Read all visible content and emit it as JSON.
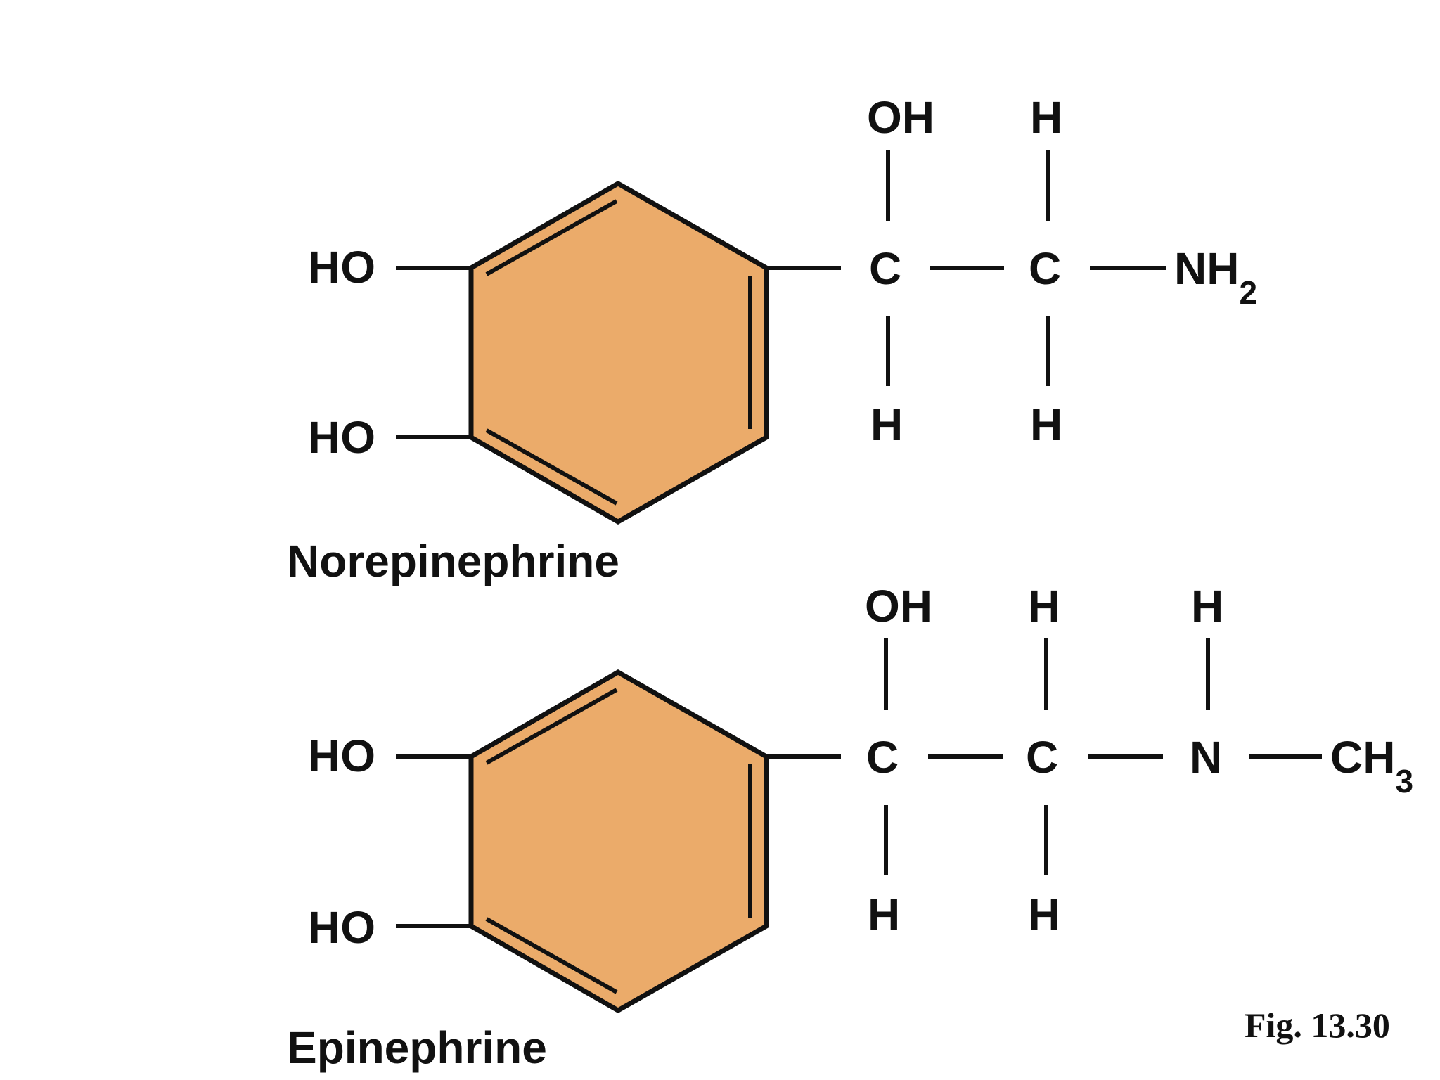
{
  "colors": {
    "ring_fill": "#EBAB6A",
    "line": "#111111",
    "background": "#FFFFFF"
  },
  "figure_label": "Fig. 13.30",
  "molecules": [
    {
      "name": "Norepinephrine",
      "ring_substituent_upper": "HO",
      "ring_substituent_lower": "HO",
      "carbon_1": {
        "symbol": "C",
        "top": "OH",
        "bottom": "H"
      },
      "carbon_2": {
        "symbol": "C",
        "top": "H",
        "bottom": "H"
      },
      "amine": {
        "main": "NH",
        "subscript": "2"
      }
    },
    {
      "name": "Epinephrine",
      "ring_substituent_upper": "HO",
      "ring_substituent_lower": "HO",
      "carbon_1": {
        "symbol": "C",
        "top": "OH",
        "bottom": "H"
      },
      "carbon_2": {
        "symbol": "C",
        "top": "H",
        "bottom": "H"
      },
      "nitrogen": {
        "symbol": "N",
        "top": "H"
      },
      "methyl": {
        "main": "CH",
        "subscript": "3"
      }
    }
  ]
}
